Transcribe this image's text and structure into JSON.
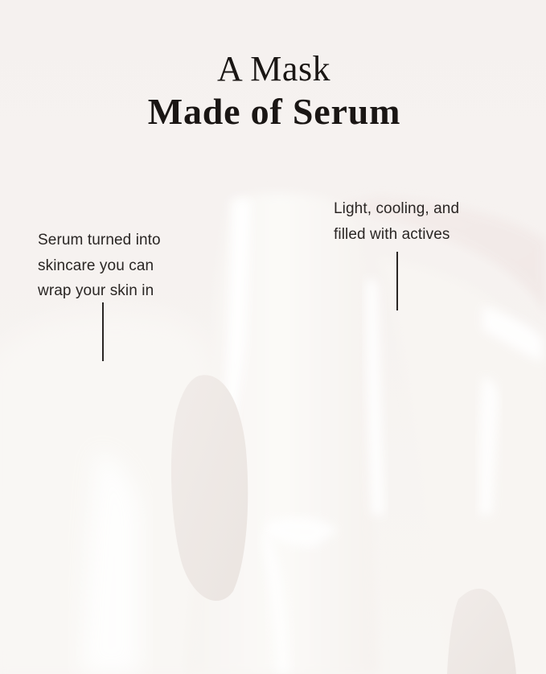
{
  "headline": {
    "line1": "A Mask",
    "line2": "Made of Serum"
  },
  "callouts": [
    {
      "id": "left",
      "lines": [
        "Serum turned into",
        "skincare you can",
        "wrap your skin in"
      ]
    },
    {
      "id": "right",
      "lines": [
        "Light, cooling, and",
        "filled with actives"
      ]
    }
  ],
  "colors": {
    "background": "#f5f1ef",
    "mask_highlight": "#fdfcfb",
    "mask_shadow": "#ece6e3",
    "text_dark": "#1a1614",
    "text_body": "#2a2624"
  }
}
